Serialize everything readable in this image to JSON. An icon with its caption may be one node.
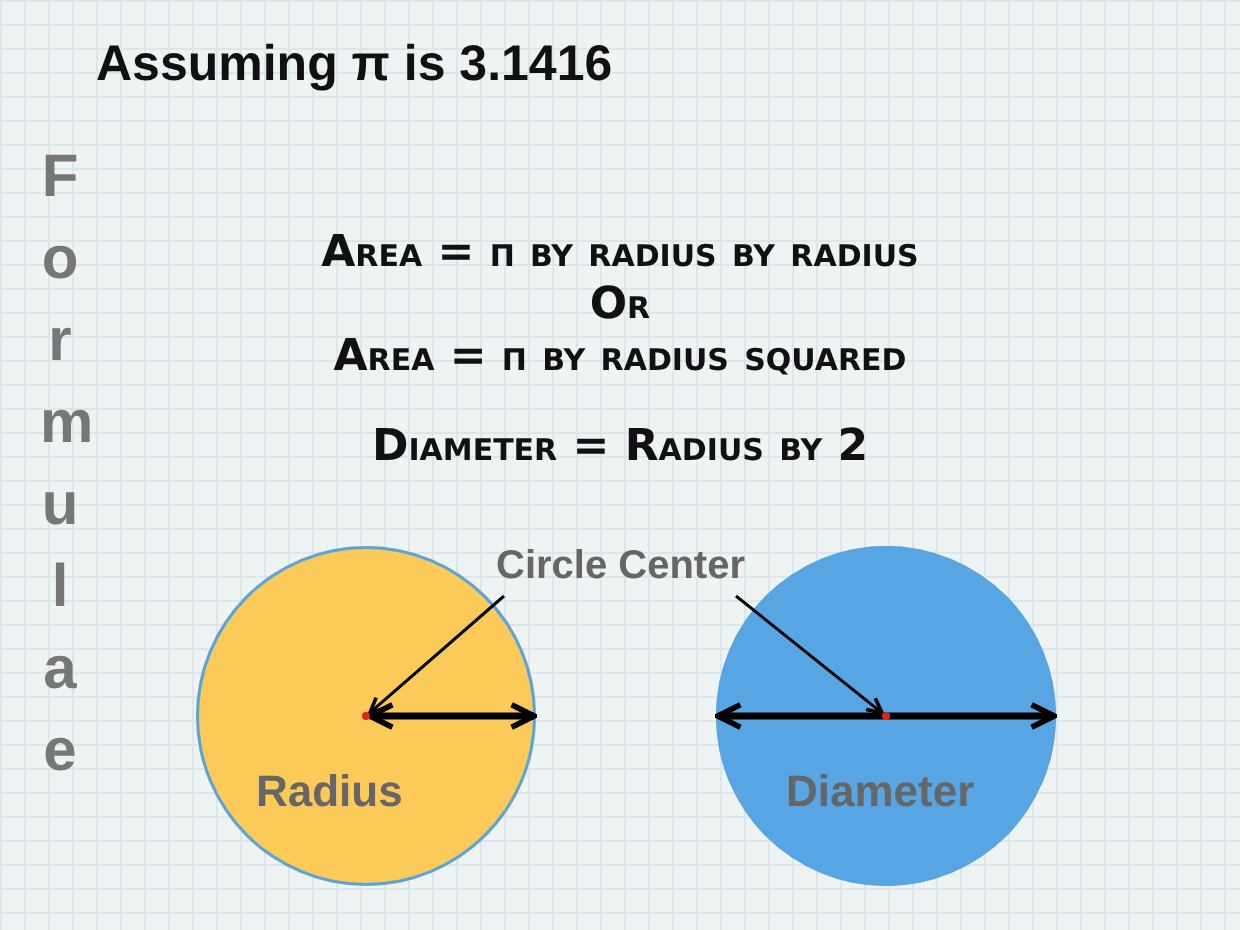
{
  "diagram": {
    "title": "Assuming π is 3.1416",
    "nodes": [
      {
        "text": [
          "Circle Center"
        ]
      },
      {
        "text": [
          "Radius"
        ]
      },
      {
        "text": [],
        "shape": "circle",
        "in": 1
      },
      {
        "text": [
          "Diameter"
        ]
      },
      {
        "text": [],
        "shape": "circle",
        "in": 3
      }
    ],
    "edges": [
      {
        "from": 0,
        "to": 2,
        "arrow": "to"
      },
      {
        "from": 0,
        "to": 4,
        "arrow": "to"
      },
      {
        "from": 2,
        "to": 1,
        "arrow": "both",
        "style": "thick"
      }
    ],
    "labels": [
      "Formulae",
      "Area = π by radius by radius",
      "Or",
      "Area = π by radius squared",
      "Diameter = Radius by 2"
    ]
  }
}
